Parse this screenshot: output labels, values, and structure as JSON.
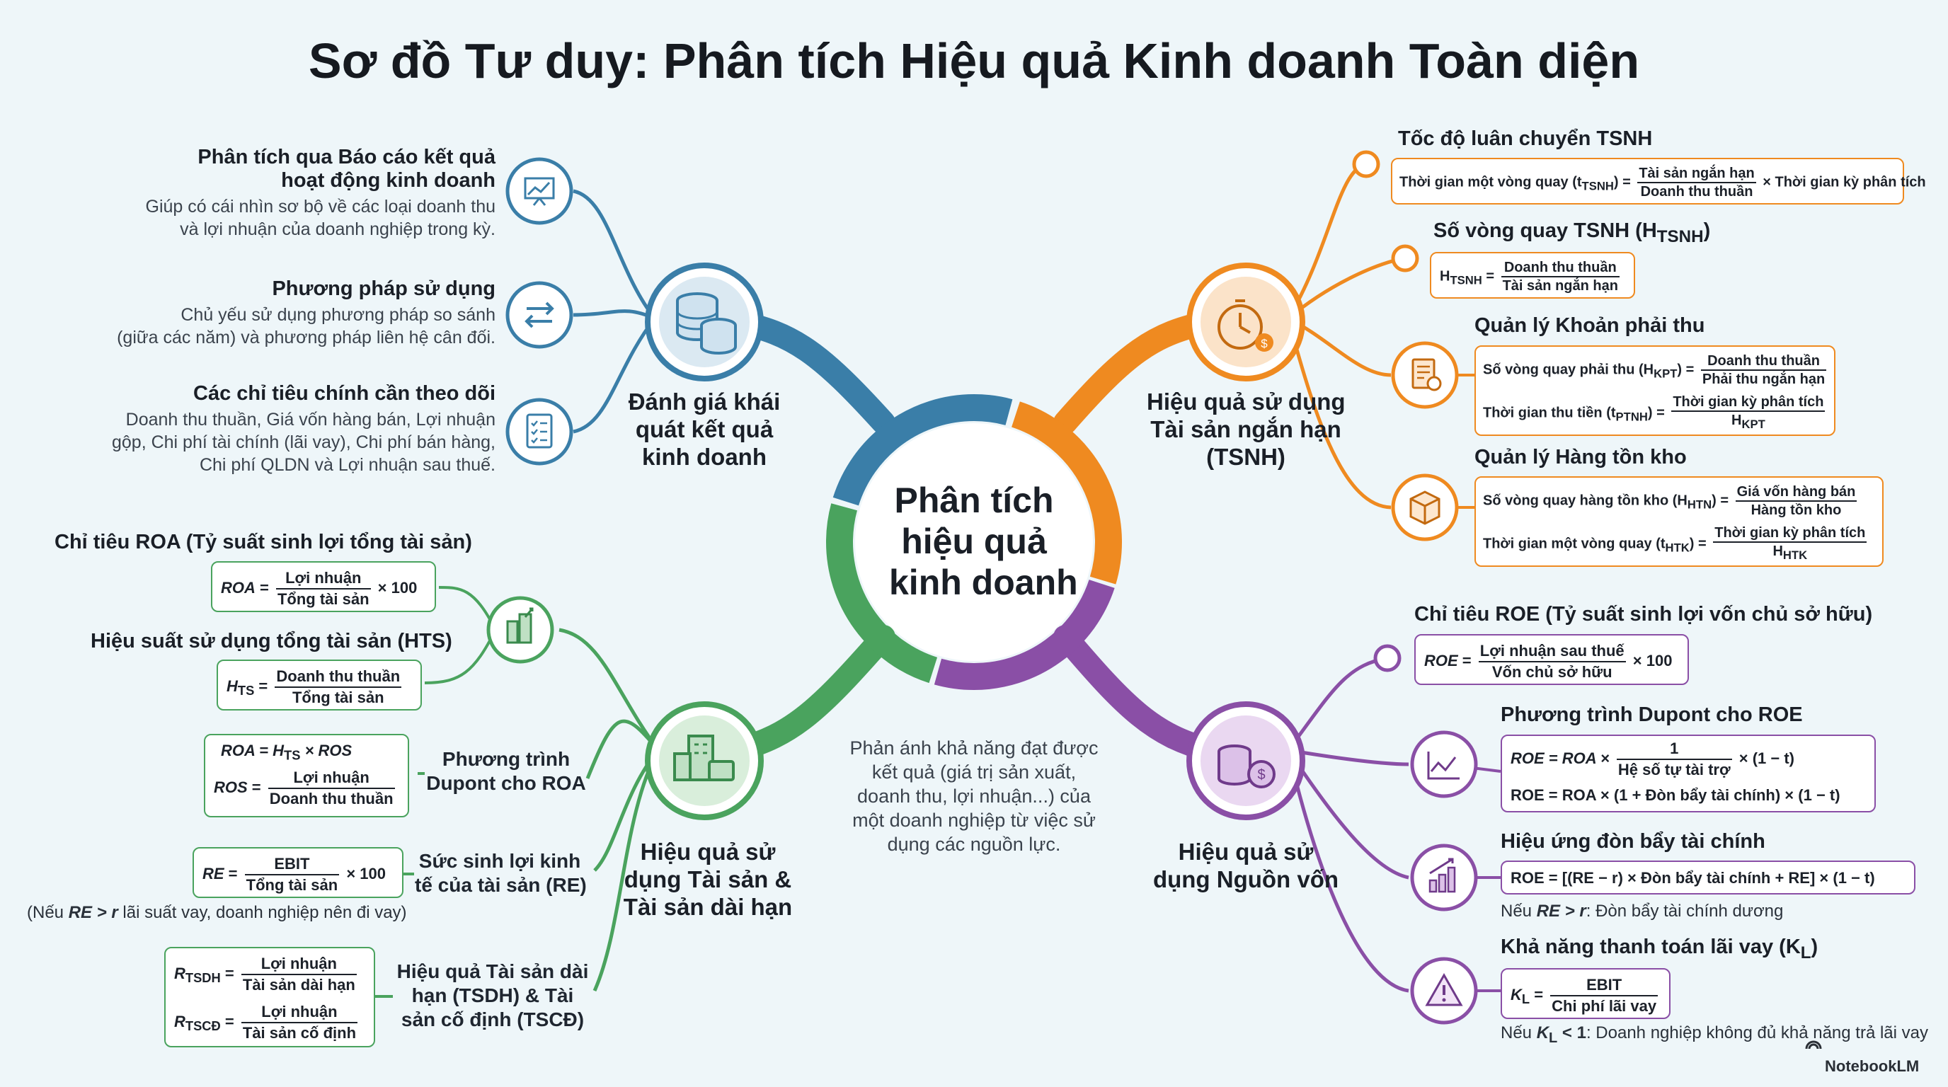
{
  "title": "Sơ đồ Tư duy: Phân tích Hiệu quả Kinh doanh Toàn diện",
  "center": {
    "line1": "Phân tích",
    "line2": "hiệu quả",
    "line3": "kinh doanh"
  },
  "center_description": [
    "Phản ánh khả năng đạt được",
    "kết quả (giá trị sản xuất,",
    "doanh thu, lợi nhuận...) của",
    "một doanh nghiệp từ việc sử",
    "dụng các nguồn lực."
  ],
  "colors": {
    "blue": "#3a7ea8",
    "orange": "#ef8a20",
    "green": "#4aa35e",
    "purple": "#8a4fa6"
  },
  "blue_branch": {
    "label": [
      "Đánh giá khái",
      "quát kết quả",
      "kinh doanh"
    ],
    "icon": "database-icon",
    "items": [
      {
        "title": [
          "Phân tích qua Báo cáo kết quả",
          "hoạt động kinh doanh"
        ],
        "desc": [
          "Giúp có cái nhìn sơ bộ về các loại doanh thu",
          "và lợi nhuận của doanh nghiệp trong kỳ."
        ],
        "icon": "chart-presentation-icon"
      },
      {
        "title": [
          "Phương pháp sử dụng"
        ],
        "desc": [
          "Chủ yếu sử dụng phương pháp so sánh",
          "(giữa các năm) và phương pháp liên hệ cân đối."
        ],
        "icon": "swap-arrows-icon"
      },
      {
        "title": [
          "Các chỉ tiêu chính cần theo dõi"
        ],
        "desc": [
          "Doanh thu thuần, Giá vốn hàng bán, Lợi nhuận",
          "gộp, Chi phí tài chính (lãi vay), Chi phí bán hàng,",
          "Chi phí QLDN và Lợi nhuận sau thuế."
        ],
        "icon": "checklist-icon"
      }
    ]
  },
  "orange_branch": {
    "label": [
      "Hiệu quả sử dụng",
      "Tài sản ngắn hạn",
      "(TSNH)"
    ],
    "icon": "stopwatch-money-icon",
    "items": [
      {
        "title": "Tốc độ luân chuyển TSNH",
        "f_lhs": "Thời gian một vòng quay (t",
        "f_sub": "TSNH",
        "f_num": "Tài sản ngắn hạn",
        "f_den": "Doanh thu thuần",
        "f_tail": "× Thời gian kỳ phân tích"
      },
      {
        "title": "Số vòng quay TSNH (H",
        "title_sub": "TSNH",
        "f_lhs": "H",
        "f_sub": "TSNH",
        "f_num": "Doanh thu thuần",
        "f_den": "Tài sản ngắn hạn"
      },
      {
        "title": "Quản lý Khoản phải thu",
        "icon": "invoice-icon",
        "f1_lhs": "Số vòng quay phải thu (H",
        "f1_sub": "KPT",
        "f1_num": "Doanh thu thuần",
        "f1_den": "Phải thu ngắn hạn",
        "f2_lhs": "Thời gian thu tiền (t",
        "f2_sub": "PTNH",
        "f2_num": "Thời gian kỳ phân tích",
        "f2_den": "H",
        "f2_den_sub": "KPT"
      },
      {
        "title": "Quản lý Hàng tồn kho",
        "icon": "box-icon",
        "f1_lhs": "Số vòng quay hàng tồn kho (H",
        "f1_sub": "HTN",
        "f1_num": "Giá vốn hàng bán",
        "f1_den": "Hàng tồn kho",
        "f2_lhs": "Thời gian một vòng quay (t",
        "f2_sub": "HTK",
        "f2_num": "Thời gian kỳ phân tích",
        "f2_den": "H",
        "f2_den_sub": "HTK"
      }
    ]
  },
  "green_branch": {
    "label": [
      "Hiệu quả sử",
      "dụng Tài sản &",
      "Tài sản dài hạn"
    ],
    "icon": "buildings-briefcase-icon",
    "roa": {
      "title": "Chỉ tiêu ROA (Tỷ suất sinh lợi tổng tài sản)",
      "lhs": "ROA",
      "num": "Lợi nhuận",
      "den": "Tổng tài sản",
      "tail": "× 100"
    },
    "hts": {
      "title": "Hiệu suất sử dụng tổng tài sản (HTS)",
      "lhs": "H",
      "sub": "TS",
      "num": "Doanh thu thuần",
      "den": "Tổng tài sản"
    },
    "dupont": {
      "label": [
        "Phương trình",
        "Dupont cho ROA"
      ],
      "l1": "ROA = H",
      "l1_sub": "TS",
      "l1_tail": "× ROS",
      "lhs2": "ROS",
      "num": "Lợi nhuận",
      "den": "Doanh thu thuần"
    },
    "re": {
      "label": [
        "Sức sinh lợi kinh",
        "tế của tài sản (RE)"
      ],
      "lhs": "RE",
      "num": "EBIT",
      "den": "Tổng tài sản",
      "tail": "× 100",
      "note_pre": "(Nếu ",
      "note_bold": "RE > r",
      "note_post": " lãi suất vay, doanh nghiệp nên đi vay)"
    },
    "tsdh": {
      "label": [
        "Hiệu quả Tài sản dài",
        "hạn (TSDH) & Tài",
        "sản cố định (TSCĐ)"
      ],
      "lhs1": "R",
      "sub1": "TSDH",
      "num1": "Lợi nhuận",
      "den1": "Tài sản dài hạn",
      "lhs2": "R",
      "sub2": "TSCĐ",
      "num2": "Lợi nhuận",
      "den2": "Tài sản cố định"
    },
    "growth_icon": "buildings-growth-icon"
  },
  "purple_branch": {
    "label": [
      "Hiệu quả sử",
      "dụng Nguồn vốn"
    ],
    "icon": "coins-dollar-icon",
    "roe": {
      "title": "Chỉ tiêu ROE (Tỷ suất sinh lợi vốn chủ sở hữu)",
      "lhs": "ROE",
      "num": "Lợi nhuận sau thuế",
      "den": "Vốn chủ sở hữu",
      "tail": "× 100"
    },
    "dupont": {
      "title": "Phương trình Dupont cho ROE",
      "icon": "chart-trend-icon",
      "l1_lhs": "ROE = ROA ×",
      "l1_num": "1",
      "l1_den": "Hệ số tự tài trợ",
      "l1_tail": "× (1 − t)",
      "l2": "ROE = ROA × (1 + Đòn bẩy tài chính) × (1 − t)"
    },
    "leverage": {
      "title": "Hiệu ứng đòn bẩy tài chính",
      "icon": "bar-growth-icon",
      "formula": "ROE = [(RE − r) × Đòn bẩy tài chính + RE] × (1 − t)",
      "note_pre": "Nếu ",
      "note_bold": "RE > r",
      "note_post": ": Đòn bẩy tài chính dương"
    },
    "interest": {
      "title": "Khả năng thanh toán lãi vay (K",
      "title_sub": "L",
      "icon": "warning-icon",
      "lhs": "K",
      "sub": "L",
      "num": "EBIT",
      "den": "Chi phí lãi vay",
      "note_pre": "Nếu ",
      "note_bold": "K",
      "note_bold_sub": "L",
      "note_bold_post": " < 1",
      "note_post": ": Doanh nghiệp không đủ khả năng trả lãi vay"
    }
  },
  "brand": "NotebookLM"
}
